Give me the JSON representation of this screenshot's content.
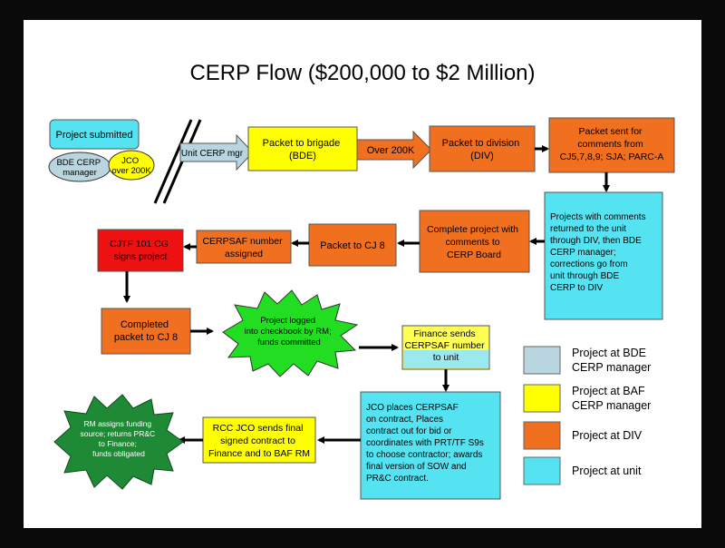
{
  "title": "CERP Flow ($200,000 to $2 Million)",
  "colors": {
    "bde_cerp_manager": "#b9d6e0",
    "baf_cerp_manager": "#ffff00",
    "div": "#f07020",
    "unit": "#55e3f2",
    "cg": "#ee1111",
    "finance_green": "#22dd22",
    "rm_green": "#1f8a35"
  },
  "nodes": {
    "project_submitted": "Project submitted",
    "bde_cerp_manager": [
      "BDE CERP",
      "manager"
    ],
    "jco_over_200k": [
      "JCO",
      "over 200K"
    ],
    "unit_cerp_mgr": "Unit CERP mgr",
    "packet_to_brigade": [
      "Packet to brigade",
      "(BDE)"
    ],
    "over_200k": "Over 200K",
    "packet_to_division": [
      "Packet to division",
      "(DIV)"
    ],
    "packet_sent_for_comments": [
      "Packet sent for",
      "comments from",
      "CJ5,7,8,9; SJA; PARC-A"
    ],
    "projects_with_comments": [
      "Projects with comments",
      "returned to the unit",
      "through DIV, then BDE",
      "CERP manager;",
      "corrections go from",
      "unit through BDE",
      "CERP to DIV"
    ],
    "complete_project": [
      "Complete project with",
      "comments to",
      "CERP Board"
    ],
    "packet_to_cj8": "Packet to CJ 8",
    "cerpsaf_assigned": [
      "CERPSAF number",
      "assigned"
    ],
    "cjtf_signs": [
      "CJTF 101 CG",
      "signs project"
    ],
    "completed_packet": [
      "Completed",
      "packet to CJ 8"
    ],
    "project_logged": [
      "Project logged",
      "into checkbook by RM;",
      "funds committed"
    ],
    "finance_sends": [
      "Finance sends",
      "CERPSAF number",
      "to unit"
    ],
    "jco_places": [
      "JCO places CERPSAF",
      "on contract, Places",
      "contract out for bid or",
      "coordinates with PRT/TF S9s",
      "to choose contractor; awards",
      "final version of SOW and",
      "PR&C contract."
    ],
    "rcc_jco": [
      "RCC JCO sends final",
      "signed contract to",
      "Finance and to BAF RM"
    ],
    "rm_assigns": [
      "RM assigns funding",
      "source; returns PR&C",
      "to Finance;",
      "funds obligated"
    ]
  },
  "legend": [
    {
      "label": [
        "Project at BDE",
        "CERP manager"
      ],
      "color": "#b9d6e0"
    },
    {
      "label": [
        "Project at BAF",
        "CERP manager"
      ],
      "color": "#ffff00"
    },
    {
      "label": [
        "Project at DIV"
      ],
      "color": "#f07020"
    },
    {
      "label": [
        "Project at unit"
      ],
      "color": "#55e3f2"
    }
  ]
}
